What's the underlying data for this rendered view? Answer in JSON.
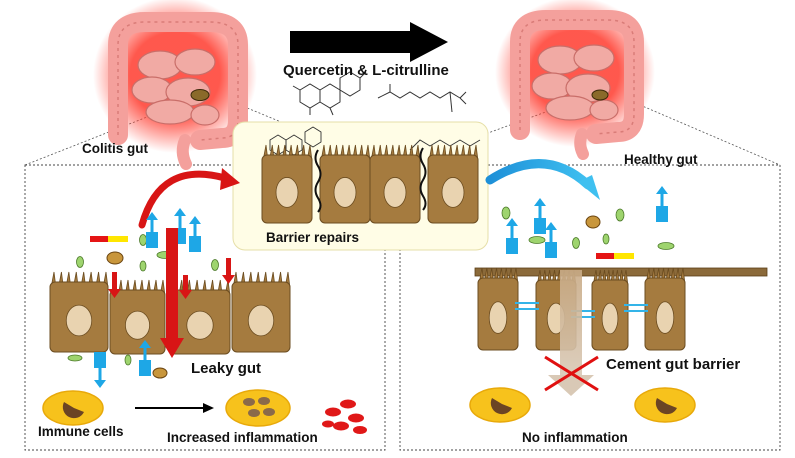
{
  "labels": {
    "treatment": "Quercetin & L-citrulline",
    "colitis_gut": "Colitis gut",
    "healthy_gut": "Healthy gut",
    "barrier_repairs": "Barrier repairs",
    "leaky_gut": "Leaky gut",
    "cement_gut_barrier": "Cement gut barrier",
    "immune_cells": "Immune cells",
    "increased_inflammation": "Increased inflammation",
    "no_inflammation": "No inflammation"
  },
  "colors": {
    "cell_fill": "#a57b3f",
    "cell_stroke": "#6b4c20",
    "nucleus": "#e9d3b0",
    "gut_fill": "#f2a3a0",
    "gut_glow": "#ff4a3d",
    "red_arrow": "#e01010",
    "blue_arrow": "#1ea7e6",
    "bacteria": "#9ed46e",
    "immune_cell": "#f7c21c",
    "blood_cell": "#e01818",
    "tight_junction": "#34b4e8",
    "cross": "#e01010",
    "barrier_panel": "#fffde6"
  }
}
